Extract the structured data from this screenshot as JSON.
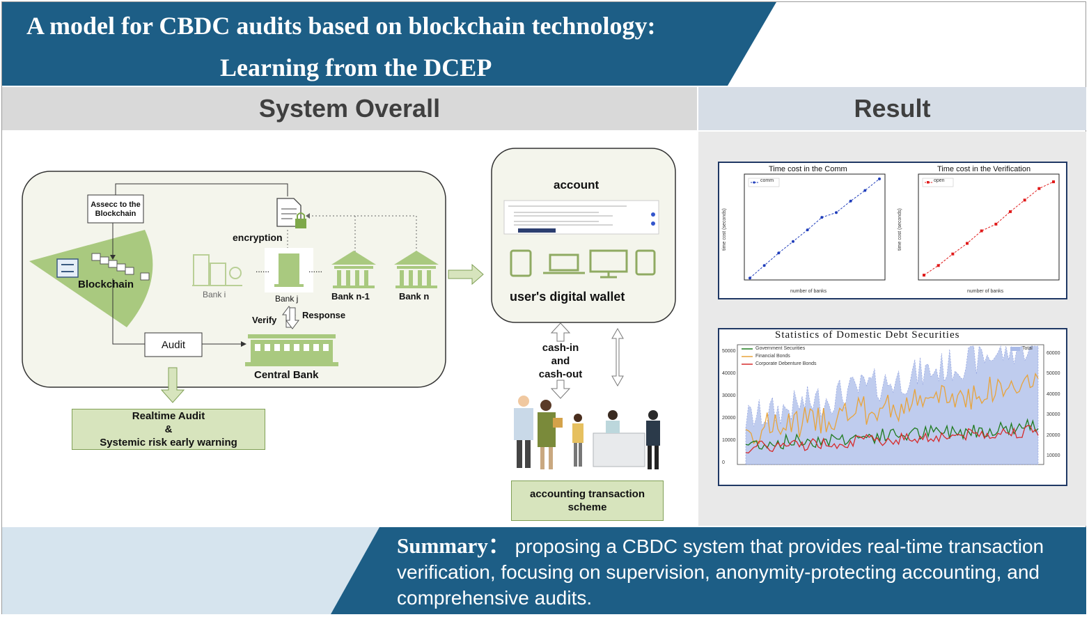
{
  "title": {
    "line1": "A model for CBDC audits based on blockchain technology:",
    "line2": "Learning from the DCEP"
  },
  "sections": {
    "system_overall": "System Overall",
    "result": "Result"
  },
  "diagram": {
    "access": "Assecc to the Blockchain",
    "encryption": "encryption",
    "blockchain": "Blockchain",
    "bank_i": "Bank i",
    "bank_j": "Bank j",
    "bank_n1": "Bank n-1",
    "bank_n": "Bank n",
    "verify": "Verify",
    "response": "Response",
    "audit": "Audit",
    "central_bank": "Central Bank",
    "realtime_audit": "Realtime Audit",
    "amp": "&",
    "systemic": "Systemic risk early warning",
    "account": "account",
    "wallet": "user's digital wallet",
    "cash_in": "cash-in",
    "and": "and",
    "cash_out": "cash-out",
    "scheme_line1": "accounting transaction",
    "scheme_line2": "scheme",
    "dots": "......"
  },
  "colors": {
    "banner": "#1d5e86",
    "green_fill": "#a9c97f",
    "green_dark": "#6f9a3c",
    "chart_blue": "#1f3dbb",
    "chart_red": "#e01a1a"
  },
  "chart_data": [
    {
      "type": "line",
      "title": "Time cost in the Comm",
      "xlabel": "number of banks",
      "ylabel": "time cost (seconds)",
      "series": [
        {
          "name": "comm",
          "color": "#1f3dbb",
          "marker": "circle",
          "values": [
            0.12,
            0.25,
            0.38,
            0.5,
            0.62,
            0.75,
            0.8,
            0.92,
            1.03,
            1.15
          ]
        }
      ],
      "ylim": [
        0.1,
        1.2
      ],
      "legend": "top-left"
    },
    {
      "type": "line",
      "title": "Time cost in the Verification",
      "xlabel": "number of banks",
      "ylabel": "time cost (seconds)",
      "series": [
        {
          "name": "open",
          "color": "#e01a1a",
          "marker": "square",
          "values": [
            0.15,
            0.25,
            0.37,
            0.48,
            0.61,
            0.68,
            0.81,
            0.93,
            1.05,
            1.12
          ]
        }
      ],
      "ylim": [
        0.1,
        1.2
      ],
      "legend": "top-left"
    },
    {
      "type": "line",
      "title": "Statistics of Domestic Debt Securities",
      "series": [
        {
          "name": "Government Securities",
          "color": "#1e7a1e"
        },
        {
          "name": "Financial Bonds",
          "color": "#e8a33a"
        },
        {
          "name": "Corporate Debenture Bonds",
          "color": "#d62a2a"
        },
        {
          "name": "Total",
          "color": "#aabbe8"
        }
      ],
      "y_left_ticks": [
        "0",
        "10000",
        "20000",
        "30000",
        "40000",
        "50000"
      ],
      "y_right_ticks": [
        "10000",
        "20000",
        "30000",
        "40000",
        "50000",
        "60000"
      ],
      "legend": "top-left"
    }
  ],
  "summary": {
    "label": "Summary",
    "colon": "：",
    "text": "proposing a CBDC system that provides real-time transaction verification, focusing on supervision, anonymity-protecting accounting, and comprehensive audits."
  }
}
